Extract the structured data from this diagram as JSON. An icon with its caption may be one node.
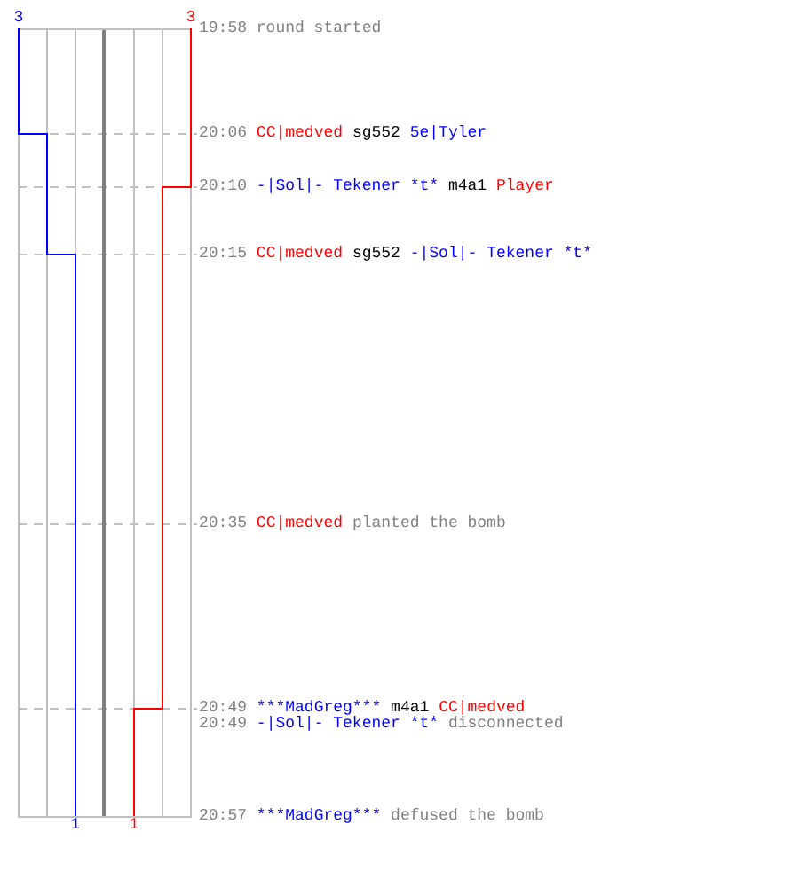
{
  "diagram": {
    "labels": [
      "3",
      "3",
      "19:58 round started",
      "20:06 CC|medved sg552 5e|Tyler",
      "20:10 -|Sol|- Tekener *t* m4a1 Player",
      "20:15 CC|medved sg552 -|Sol|- Tekener *t*",
      "20:35 CC|medved planted the bomb",
      "20:49 ***MadGreg*** m4a1 CC|medved",
      "20:49 -|Sol|- Tekener *t* disconnected",
      "1",
      "1",
      "20:57 ***MadGreg*** defused the bomb"
    ]
  }
}
